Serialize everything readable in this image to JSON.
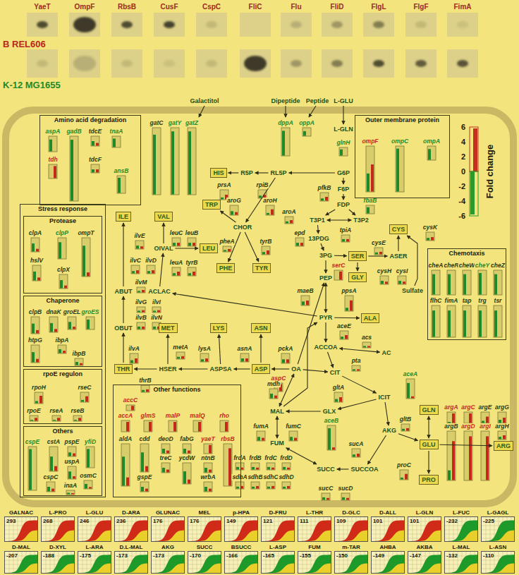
{
  "diagram": {
    "nodes": [
      {
        "text": [
          "Amino acid degradation"
        ]
      },
      {
        "text": [
          "Outer membrane protein"
        ]
      },
      {
        "text": [
          "Stress response"
        ]
      },
      {
        "text": [
          "Protease"
        ],
        "in": 2
      },
      {
        "text": [
          "Chaperone"
        ],
        "in": 2
      },
      {
        "text": [
          "rpoE regulon"
        ],
        "in": 2
      },
      {
        "text": [
          "Others"
        ],
        "in": 2
      },
      {
        "text": [
          "Other functions"
        ]
      },
      {
        "text": [
          "Chemotaxis"
        ]
      },
      {
        "text": [
          "Galactitol"
        ]
      },
      {
        "text": [
          "Dipeptide"
        ]
      },
      {
        "text": [
          "Peptide"
        ]
      },
      {
        "text": [
          "L-GLU"
        ]
      },
      {
        "text": [
          "L-GLN"
        ]
      },
      {
        "text": [
          "G6P"
        ]
      },
      {
        "text": [
          "F6P"
        ]
      },
      {
        "text": [
          "FDP"
        ]
      },
      {
        "text": [
          "T3P1"
        ]
      },
      {
        "text": [
          "T3P2"
        ]
      },
      {
        "text": [
          "13PDG"
        ]
      },
      {
        "text": [
          "3PG"
        ]
      },
      {
        "text": [
          "PEP"
        ]
      },
      {
        "text": [
          "PYR"
        ]
      },
      {
        "text": [
          "ACCOA"
        ]
      },
      {
        "text": [
          "AC"
        ]
      },
      {
        "text": [
          "CIT"
        ]
      },
      {
        "text": [
          "ICIT"
        ]
      },
      {
        "text": [
          "AKG"
        ]
      },
      {
        "text": [
          "SUCCOA"
        ]
      },
      {
        "text": [
          "SUCC"
        ]
      },
      {
        "text": [
          "FUM"
        ]
      },
      {
        "text": [
          "MAL"
        ]
      },
      {
        "text": [
          "OA"
        ]
      },
      {
        "text": [
          "GLX"
        ]
      },
      {
        "text": [
          "RL5P"
        ]
      },
      {
        "text": [
          "R5P"
        ]
      },
      {
        "text": [
          "CHOR"
        ]
      },
      {
        "text": [
          "OIVAL"
        ]
      },
      {
        "text": [
          "ACLAC"
        ]
      },
      {
        "text": [
          "ABUT"
        ]
      },
      {
        "text": [
          "OBUT"
        ]
      },
      {
        "text": [
          "HSER"
        ]
      },
      {
        "text": [
          "ASPSA"
        ]
      },
      {
        "text": [
          "ASER"
        ]
      },
      {
        "text": [
          "Sulfate"
        ]
      },
      {
        "text": [
          "HIS"
        ]
      },
      {
        "text": [
          "TRP"
        ]
      },
      {
        "text": [
          "LEU"
        ]
      },
      {
        "text": [
          "PHE"
        ]
      },
      {
        "text": [
          "TYR"
        ]
      },
      {
        "text": [
          "ILE"
        ]
      },
      {
        "text": [
          "VAL"
        ]
      },
      {
        "text": [
          "MET"
        ]
      },
      {
        "text": [
          "LYS"
        ]
      },
      {
        "text": [
          "ASN"
        ]
      },
      {
        "text": [
          "THR"
        ]
      },
      {
        "text": [
          "ASP"
        ]
      },
      {
        "text": [
          "ALA"
        ]
      },
      {
        "text": [
          "SER"
        ]
      },
      {
        "text": [
          "GLY"
        ]
      },
      {
        "text": [
          "CYS"
        ]
      },
      {
        "text": [
          "GLN"
        ]
      },
      {
        "text": [
          "GLU"
        ]
      },
      {
        "text": [
          "ARG"
        ]
      },
      {
        "text": [
          "PRO"
        ]
      },
      {
        "text": [
          "GALNAC",
          "293"
        ]
      },
      {
        "text": [
          "L-PRO",
          "268"
        ]
      },
      {
        "text": [
          "L-GLU",
          "246"
        ]
      },
      {
        "text": [
          "D-ARA",
          "236"
        ]
      },
      {
        "text": [
          "GLUNAC",
          "176"
        ]
      },
      {
        "text": [
          "MEL",
          "176"
        ]
      },
      {
        "text": [
          "p-HPA",
          "149"
        ]
      },
      {
        "text": [
          "D-FRU",
          "121"
        ]
      },
      {
        "text": [
          "L-THR",
          "111"
        ]
      },
      {
        "text": [
          "D-GLC",
          "109"
        ]
      },
      {
        "text": [
          "D-ALL",
          "101"
        ]
      },
      {
        "text": [
          "L-GLN",
          "101"
        ]
      },
      {
        "text": [
          "L-FUC",
          "-232"
        ]
      },
      {
        "text": [
          "L-GAGL",
          "-225"
        ]
      },
      {
        "text": [
          "D-MAL",
          "-207"
        ]
      },
      {
        "text": [
          "D-XYL",
          "-188"
        ]
      },
      {
        "text": [
          "L-ARA",
          "-175"
        ]
      },
      {
        "text": [
          "D.L-MAL",
          "-173"
        ]
      },
      {
        "text": [
          "AKG",
          "-173"
        ]
      },
      {
        "text": [
          "SUCC",
          "-170"
        ]
      },
      {
        "text": [
          "BSUCC",
          "-166"
        ]
      },
      {
        "text": [
          "L-ASP",
          "-165"
        ]
      },
      {
        "text": [
          "FUM",
          "-155"
        ]
      },
      {
        "text": [
          "m-TAR",
          "-150"
        ]
      },
      {
        "text": [
          "AHBA",
          "-149"
        ]
      },
      {
        "text": [
          "AKBA",
          "-147"
        ]
      },
      {
        "text": [
          "L-MAL",
          "-132"
        ]
      },
      {
        "text": [
          "L-ASN",
          "-110"
        ]
      }
    ],
    "edges": [
      {
        "from": 12,
        "to": 13,
        "arrow": "to"
      },
      {
        "from": 14,
        "to": 34,
        "arrow": "to"
      },
      {
        "from": 34,
        "to": 35,
        "arrow": "to"
      },
      {
        "from": 35,
        "to": 45,
        "arrow": "to"
      },
      {
        "from": 34,
        "to": 36,
        "arrow": "to"
      },
      {
        "from": 36,
        "to": 46,
        "arrow": "to"
      },
      {
        "from": 36,
        "to": 48,
        "arrow": "to"
      },
      {
        "from": 36,
        "to": 49,
        "arrow": "to"
      },
      {
        "from": 14,
        "to": 15,
        "arrow": "to"
      },
      {
        "from": 15,
        "to": 16,
        "arrow": "to"
      },
      {
        "from": 16,
        "to": 17,
        "arrow": "to"
      },
      {
        "from": 16,
        "to": 18,
        "arrow": "to"
      },
      {
        "from": 17,
        "to": 18,
        "arrow": "both"
      },
      {
        "from": 17,
        "to": 19,
        "arrow": "to"
      },
      {
        "from": 19,
        "to": 20,
        "arrow": "to"
      },
      {
        "from": 20,
        "to": 21,
        "arrow": "to"
      },
      {
        "from": 21,
        "to": 22,
        "arrow": "both"
      },
      {
        "from": 20,
        "to": 58,
        "arrow": "to"
      },
      {
        "from": 58,
        "to": 59,
        "arrow": "to"
      },
      {
        "from": 58,
        "to": 43,
        "arrow": "to"
      },
      {
        "from": 43,
        "to": 60,
        "arrow": "to"
      },
      {
        "from": 44,
        "to": 60,
        "arrow": "to"
      },
      {
        "from": 22,
        "to": 57,
        "arrow": "to"
      },
      {
        "from": 22,
        "to": 23,
        "arrow": "to"
      },
      {
        "from": 23,
        "to": 24,
        "arrow": "both"
      },
      {
        "from": 23,
        "to": 25,
        "arrow": "to"
      },
      {
        "from": 32,
        "to": 25,
        "arrow": "to"
      },
      {
        "from": 25,
        "to": 26,
        "arrow": "to"
      },
      {
        "from": 26,
        "to": 27,
        "arrow": "to"
      },
      {
        "from": 26,
        "to": 33,
        "arrow": "to"
      },
      {
        "from": 33,
        "to": 31,
        "arrow": "to"
      },
      {
        "from": 27,
        "to": 28,
        "arrow": "to"
      },
      {
        "from": 28,
        "to": 29,
        "arrow": "to"
      },
      {
        "from": 29,
        "to": 30,
        "arrow": "both"
      },
      {
        "from": 30,
        "to": 31,
        "arrow": "both"
      },
      {
        "from": 31,
        "to": 32,
        "arrow": "both"
      },
      {
        "from": 32,
        "to": 21,
        "arrow": "to"
      },
      {
        "from": 31,
        "to": 22,
        "arrow": "to"
      },
      {
        "from": 32,
        "to": 56,
        "arrow": "to"
      },
      {
        "from": 56,
        "to": 54,
        "arrow": "to"
      },
      {
        "from": 56,
        "to": 42,
        "arrow": "to"
      },
      {
        "from": 42,
        "to": 53,
        "arrow": "to"
      },
      {
        "from": 42,
        "to": 41,
        "arrow": "to"
      },
      {
        "from": 41,
        "to": 52,
        "arrow": "to"
      },
      {
        "from": 41,
        "to": 55,
        "arrow": "to"
      },
      {
        "from": 55,
        "to": 40,
        "arrow": "to"
      },
      {
        "from": 40,
        "to": 39,
        "arrow": "to"
      },
      {
        "from": 39,
        "to": 50,
        "arrow": "to"
      },
      {
        "from": 22,
        "to": 38,
        "arrow": "to"
      },
      {
        "from": 38,
        "to": 37,
        "arrow": "to"
      },
      {
        "from": 37,
        "to": 51,
        "arrow": "to"
      },
      {
        "from": 37,
        "to": 47,
        "arrow": "to"
      },
      {
        "from": 27,
        "to": 62,
        "arrow": "to"
      },
      {
        "from": 61,
        "to": 62,
        "arrow": "both"
      },
      {
        "from": 62,
        "to": 64,
        "arrow": "to"
      },
      {
        "from": 62,
        "to": 63,
        "arrow": "to"
      }
    ],
    "labels": [
      "YaeT",
      "OmpF",
      "RbsB",
      "CusF",
      "CspC",
      "FliC",
      "Flu",
      "FliD",
      "FlgL",
      "FlgF",
      "FimA",
      "B REL606",
      "K-12 MG1655",
      "Fold change",
      "6",
      "4",
      "2",
      "0",
      "-2",
      "-4",
      "-6",
      "aspA",
      "gadB",
      "tdcE",
      "tnaA",
      "tdh",
      "tdcF",
      "ansB",
      "gatC",
      "gatY",
      "gatZ",
      "dppA",
      "oppA",
      "glnH",
      "prsA",
      "rpiB",
      "aroG",
      "aroH",
      "aroA",
      "pheA",
      "tyrB",
      "leuC",
      "leuB",
      "leuA",
      "tyrB",
      "ilvE",
      "ilvC",
      "ilvD",
      "ilvM",
      "ilvG",
      "ilvI",
      "ilvB",
      "ilvN",
      "ilvA",
      "metA",
      "lysA",
      "asnA",
      "thrB",
      "aspC",
      "pfkB",
      "fbaB",
      "epd",
      "tpiA",
      "serC",
      "ppsA",
      "maeB",
      "aceE",
      "pckA",
      "acs",
      "pta",
      "gltA",
      "mdh",
      "aceA",
      "aceB",
      "fumA",
      "fumC",
      "frdA",
      "frdB",
      "frdC",
      "frdD",
      "sdhA",
      "sdhB",
      "sdhC",
      "sdhD",
      "sucA",
      "sucC",
      "sucD",
      "gltB",
      "proC",
      "argA",
      "argC",
      "argE",
      "argG",
      "argB",
      "argD",
      "argI",
      "argH",
      "cysE",
      "cysK",
      "cysH",
      "cysI",
      "ompF",
      "ompC",
      "ompA",
      "cheA",
      "cheR",
      "cheW",
      "cheY",
      "cheZ",
      "flhC",
      "fimA",
      "tap",
      "trg",
      "tsr",
      "clpA",
      "clpP",
      "ompT",
      "hslV",
      "clpX",
      "clpB",
      "dnaK",
      "groEL",
      "groES",
      "htpG",
      "ibpA",
      "ibpB",
      "rpoH",
      "rseC",
      "rpoE",
      "rseA",
      "rseB",
      "cspE",
      "cstA",
      "pspE",
      "yfiD",
      "uspA",
      "cspC",
      "osmC",
      "inaA",
      "accC",
      "accA",
      "glmS",
      "malP",
      "malQ",
      "rho",
      "aldA",
      "cdd",
      "deoD",
      "fabG",
      "yaeT",
      "rbsB",
      "treC",
      "ycdW",
      "ntnB",
      "gspE",
      "wrbA"
    ]
  }
}
